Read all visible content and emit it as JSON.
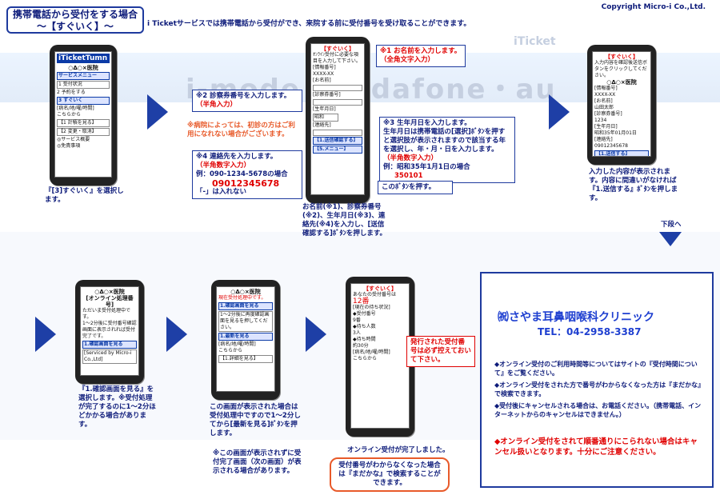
{
  "header": {
    "title_line1": "携帯電話から受付をする場合",
    "title_line2": "～【すぐいく】～",
    "intro": "i Ticketサービスでは携帯電話から受付ができ、来院する前に受付番号を受け取ることができます。",
    "copyright": "Copyright Micro-i Co.,Ltd."
  },
  "background": {
    "band_text": "i-mode・Vodafone・au",
    "itiket_text": "iTicket"
  },
  "phone1": {
    "logo": "iTicketTumn",
    "clinic": "○Δ○×医院",
    "menu_label": "サービスメニュー",
    "items": [
      "1 受付状況",
      "2 予約をする",
      "3 すぐいく",
      "[病名/地/曜/時間]",
      "こちらから",
      "【1 計積を見る】",
      "【2 変更・取消】",
      "◎サービス概要",
      "◎免責事項"
    ],
    "caption": "『[3]すぐいく』を選択します。"
  },
  "phone2": {
    "header": "【すぐいく】",
    "body": [
      "ｵﾝﾗｲﾝ受付に必要な項目を入力して下さい。",
      "[情報番号]",
      "XXXX-XX",
      "[お名前]",
      "",
      "[診察券番号]",
      "",
      "[生年月日]",
      "昭和",
      "[連絡先]",
      "",
      "【1.送信確認する】",
      "【5.メニュー】"
    ]
  },
  "callouts": {
    "c1_title": "※1 お名前を入力します。",
    "c1_sub": "（全角文字入力）",
    "c2_title": "※2 診察券番号を入力します。",
    "c2_sub": "（半角入力）",
    "c2_note": "※病院によっては、初診の方はご利用になれない場合がございます。",
    "c3_title": "※3 生年月日を入力します。",
    "c3_body": "生年月日は携帯電話の[選択]ﾎﾞﾀﾝを押すと選択肢が表示されますので該当する年を選択し、年・月・日を入力します。",
    "c3_sub": "（半角数字入力）",
    "c3_example": "例：昭和35年1月1日の場合",
    "c3_value": "350101",
    "c4_title": "※4 連絡先を入力します。",
    "c4_sub": "（半角数字入力）",
    "c4_example": "例：090-1234-5678の場合",
    "c4_value": "09012345678",
    "c4_note": "「-」は入れない",
    "c5": "このﾎﾞﾀﾝを押す。",
    "summary": "お名前(※1)、診察券番号(※2)、生年月日(※3)、連絡先(※4)を入力し、[送信確認する]ﾎﾞﾀﾝを押します。"
  },
  "phone3": {
    "header": "【すぐいく】",
    "body": [
      "入力内容を確認後送信ボタンをクリックしてください。",
      "○Δ○×医院",
      "[情報番号]",
      "XXXX-XX",
      "[お名前]",
      "山田太郎",
      "[診察券番号]",
      "1234",
      "[生年月日]",
      "昭和35年01月01日",
      "[連絡先]",
      "09012345678",
      "【1.送信する】"
    ],
    "caption": "入力した内容が表示されます。内容に間違いがなければ『1.送信する』ﾎﾞﾀﾝを押します。",
    "down_label": "下段ヘ"
  },
  "phone4": {
    "header": "○Δ○×医院",
    "body": [
      "[オンライン処理番号]",
      "ただいま受付処理中です。",
      "1～2分後に受付番号確認画面に表示されれば受付完了です。",
      "1.確認画面を見る",
      "[Serviced by Micro-i Co.,Ltd]"
    ],
    "caption": "『1.確認画面を見る』を選択します。※受付処理が完了するのに1～2分ほどかかる場合があります。"
  },
  "phone5": {
    "header": "○Δ○×医院",
    "body": [
      "現在受付処理中です。",
      "1.確認画面を見る",
      "1～2分後に再度確認画面を見るを押してください。",
      "1.最新を見る",
      "[病名/地/曜/時間]",
      "こちらから",
      "【1.詳細を見る】"
    ],
    "caption": "この画面が表示された場合は受付処理中ですので1～2分してから[最新を見る]ﾎﾞﾀﾝを押します。",
    "note": "※この画面が表示されずに受付完了画面（次の画面）が表示される場合があります。"
  },
  "phone6": {
    "header": "【すぐいく】",
    "body": [
      "あなたの受付番号は",
      "12番",
      "[現在の待ち状況]",
      "◆受付番号",
      "9番",
      "◆待ち人数",
      "3人",
      "◆待ち時間",
      "約30分",
      "[病名/地/曜/時間]",
      "こちらから"
    ],
    "tag": "発行された受付番号は必ず控えておいて下さい。",
    "caption": "オンライン受付が完了しました。",
    "oval": "受付番号がわからなくなった場合は『まだかな』で検索することができます。"
  },
  "clinic": {
    "name": "㈷さやま耳鼻咽喉科クリニック",
    "tel": "TEL：04-2958-3387",
    "note1": "◆オンライン受付のご利用時間等についてはサイトの『受付時間について』をご覧ください。",
    "note2": "◆オンライン受付をされた方で番号がわからなくなった方は『まだかな』で検索できます。",
    "note3": "◆受付後にキャンセルされる場合は、お電話ください。（携帯電話、インターネットからのキャンセルはできません。）",
    "warn": "◆オンライン受付をされて順番通りにこられない場合はキャンセル扱いとなります。十分にご注意ください。"
  }
}
